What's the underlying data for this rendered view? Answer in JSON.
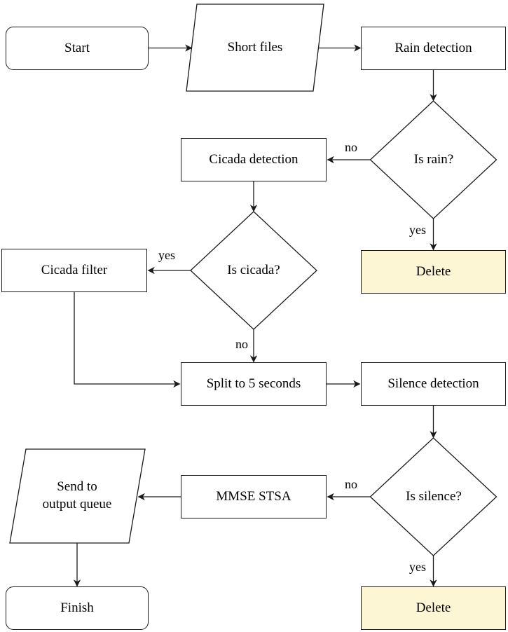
{
  "colors": {
    "delete_fill": "#fcf6d4",
    "node_fill": "#ffffff",
    "line": "#1a1a1a",
    "text": "#000000"
  },
  "nodes": {
    "start": {
      "label": "Start"
    },
    "short_files": {
      "label": "Short files"
    },
    "rain_detection": {
      "label": "Rain detection"
    },
    "is_rain": {
      "label": "Is rain?"
    },
    "cicada_detection": {
      "label": "Cicada detection"
    },
    "delete_rain": {
      "label": "Delete"
    },
    "is_cicada": {
      "label": "Is cicada?"
    },
    "cicada_filter": {
      "label": "Cicada filter"
    },
    "split_to_5_seconds": {
      "label": "Split to 5 seconds"
    },
    "silence_detection": {
      "label": "Silence detection"
    },
    "is_silence": {
      "label": "Is silence?"
    },
    "mmse_stsa": {
      "label": "MMSE STSA"
    },
    "send_to_output_queue": {
      "label": "Send to output queue"
    },
    "delete_silence": {
      "label": "Delete"
    },
    "finish": {
      "label": "Finish"
    }
  },
  "edge_labels": {
    "is_rain_no": "no",
    "is_rain_yes": "yes",
    "is_cicada_yes": "yes",
    "is_cicada_no": "no",
    "is_silence_no": "no",
    "is_silence_yes": "yes"
  }
}
